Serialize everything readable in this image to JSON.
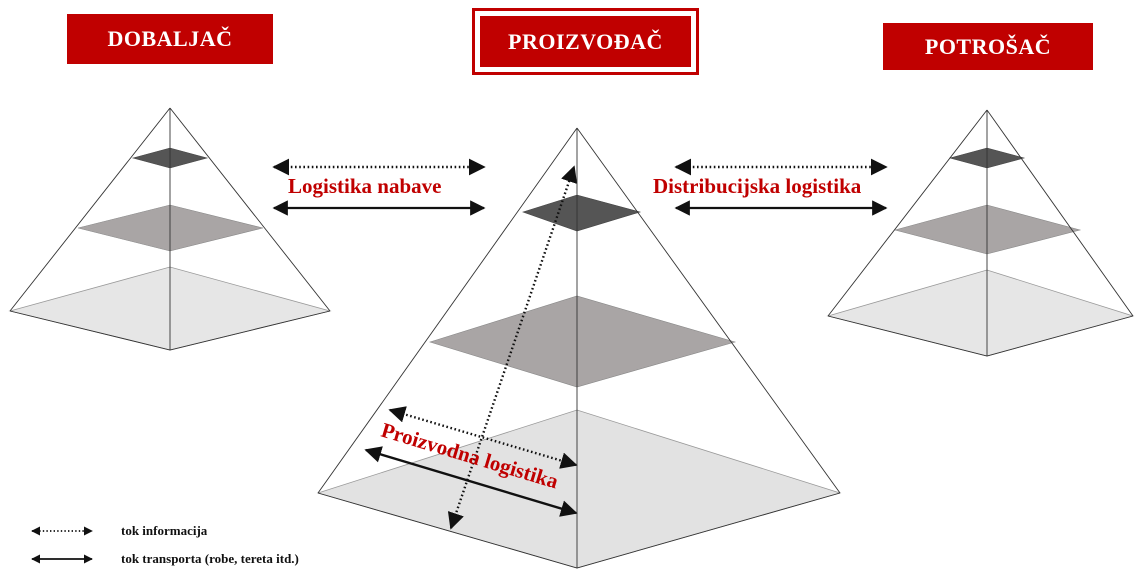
{
  "actors": {
    "supplier": "DOBALJAČ",
    "producer": "PROIZVOĐAČ",
    "consumer": "POTROŠAČ"
  },
  "flows": {
    "procurement": "Logistika nabave",
    "distribution": "Distribucijska logistika",
    "production": "Proizvodna logistika"
  },
  "legend": {
    "information": "tok informacija",
    "transport": "tok transporta (robe, tereta itd.)"
  },
  "colors": {
    "accent": "#c00000",
    "level_top": "#555555",
    "level_middle": "#a9a5a5",
    "level_base": "#e2e2e2"
  }
}
